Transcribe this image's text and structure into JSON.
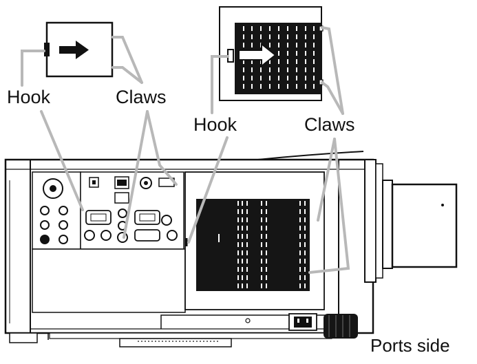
{
  "labels": {
    "hook_left": "Hook",
    "claws_left": "Claws",
    "hook_right": "Hook",
    "claws_right": "Claws",
    "ports_side": "Ports side"
  },
  "colors": {
    "line": "#111111",
    "leader": "#b8b8b8",
    "dark_fill": "#151515",
    "white": "#ffffff"
  },
  "icons": [
    "arrow-right-icon",
    "power-socket-icon"
  ]
}
